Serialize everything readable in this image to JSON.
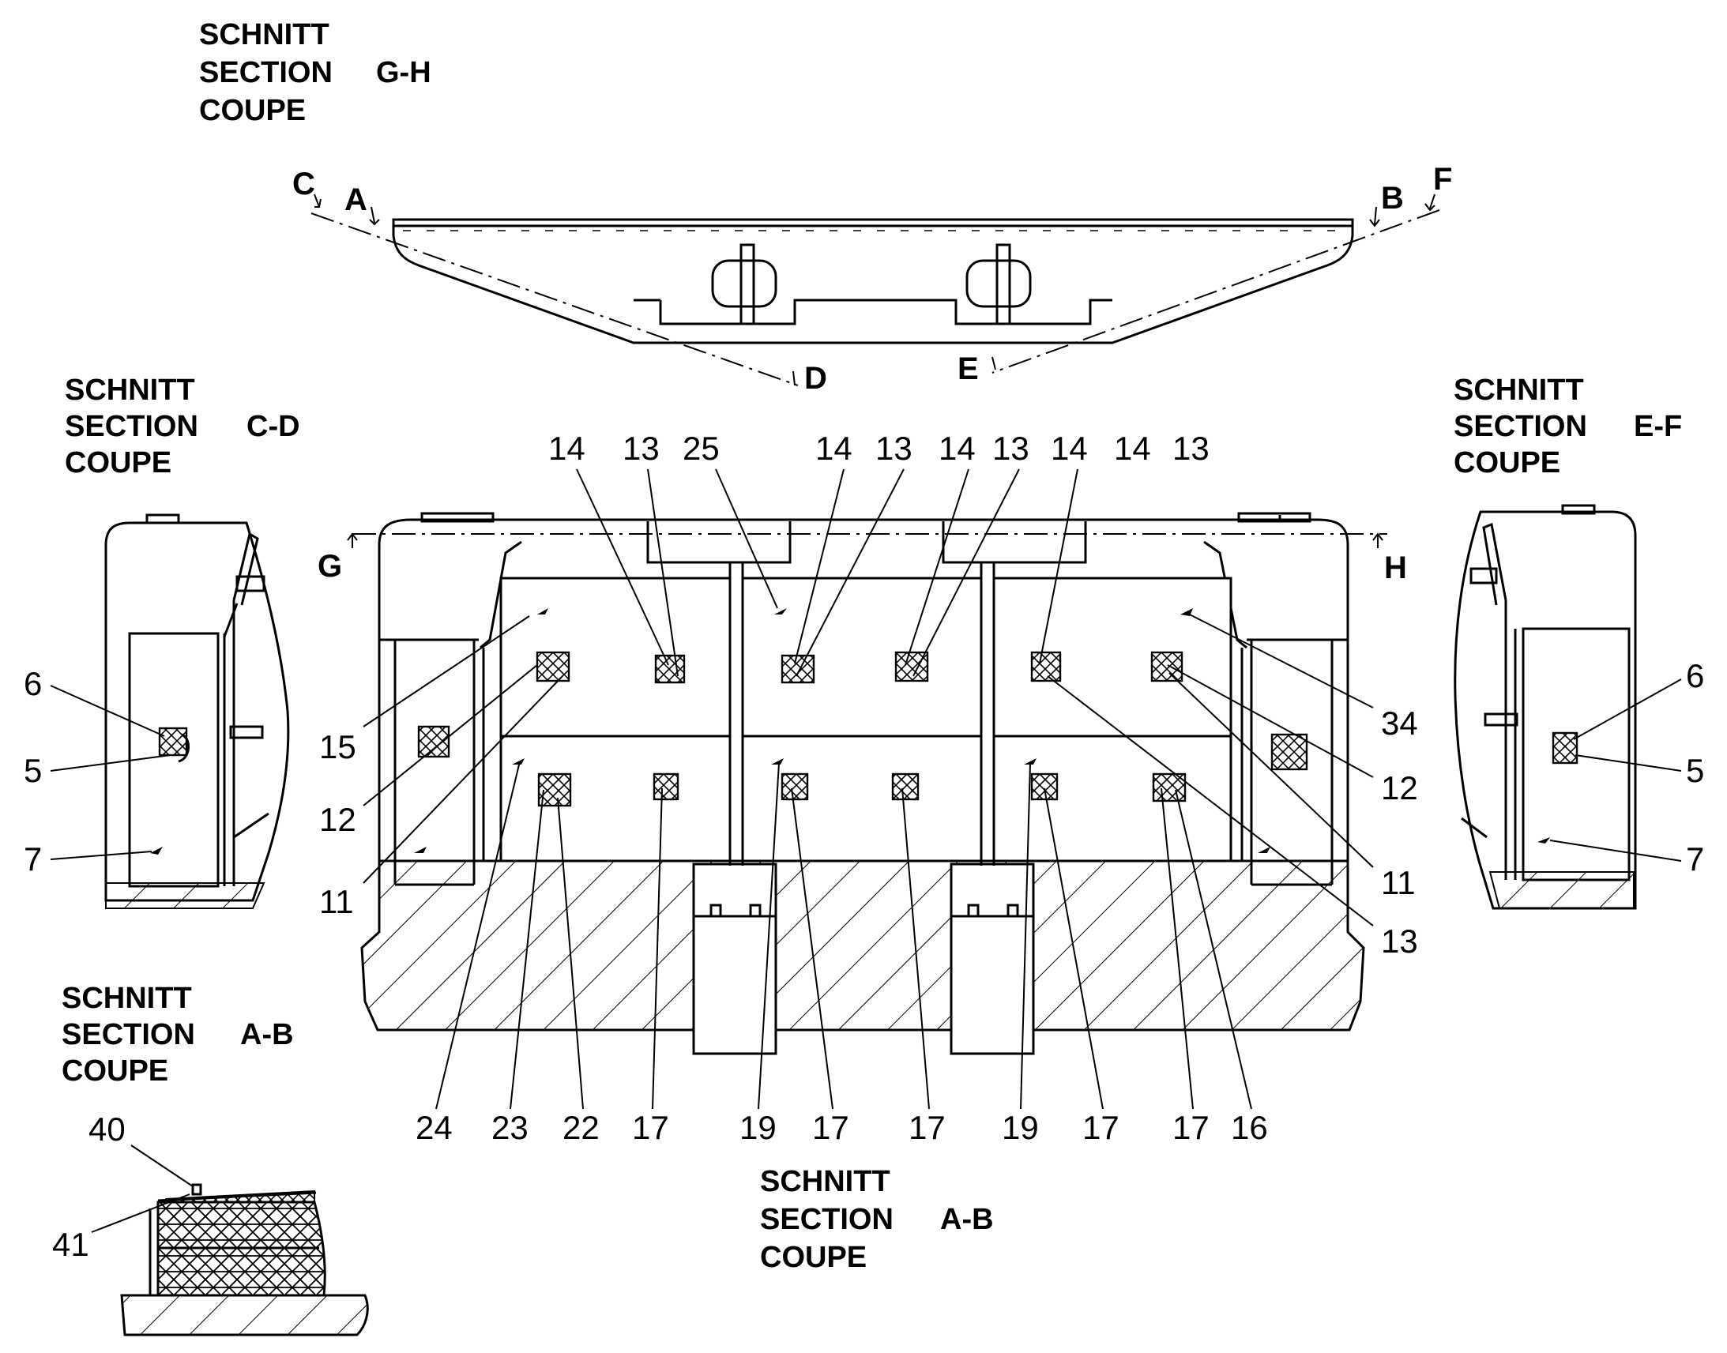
{
  "sections": {
    "gh": {
      "l1": "SCHNITT",
      "l2": "SECTION",
      "code": "G-H",
      "l3": "COUPE"
    },
    "cd": {
      "l1": "SCHNITT",
      "l2": "SECTION",
      "code": "C-D",
      "l3": "COUPE"
    },
    "ef": {
      "l1": "SCHNITT",
      "l2": "SECTION",
      "code": "E-F",
      "l3": "COUPE"
    },
    "ab_small": {
      "l1": "SCHNITT",
      "l2": "SECTION",
      "code": "A-B",
      "l3": "COUPE"
    },
    "ab_main": {
      "l1": "SCHNITT",
      "l2": "SECTION",
      "code": "A-B",
      "l3": "COUPE"
    }
  },
  "cut_markers": {
    "a": "A",
    "b": "B",
    "c": "C",
    "d": "D",
    "e": "E",
    "f": "F",
    "g": "G",
    "h": "H"
  },
  "callouts": {
    "top": [
      "14",
      "13",
      "25",
      "14",
      "13",
      "14",
      "13",
      "14",
      "14",
      "13"
    ],
    "bottom": [
      "24",
      "23",
      "22",
      "17",
      "19",
      "17",
      "17",
      "19",
      "17",
      "17",
      "16"
    ],
    "left": [
      "15",
      "12",
      "11"
    ],
    "right": [
      "34",
      "12",
      "11",
      "13"
    ],
    "cd": [
      "6",
      "5",
      "7"
    ],
    "ef": [
      "6",
      "5",
      "7"
    ],
    "ab_small": [
      "40",
      "41"
    ]
  }
}
